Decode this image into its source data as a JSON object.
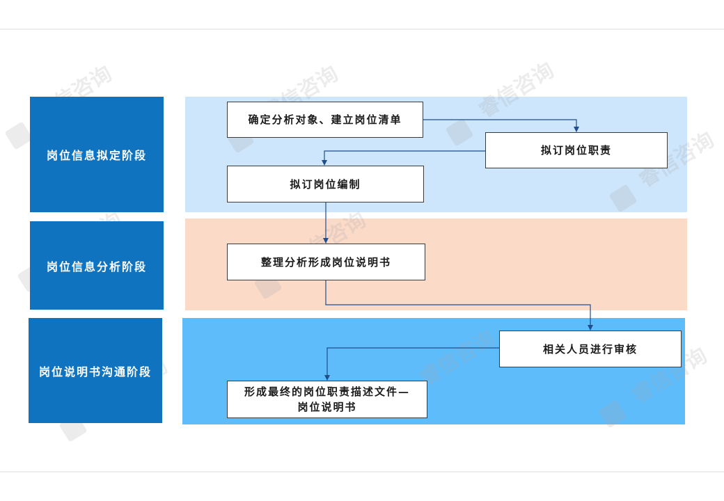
{
  "stages": [
    {
      "label": "岗位信息拟定阶段"
    },
    {
      "label": "岗位信息分析阶段"
    },
    {
      "label": "岗位说明书沟通阶段"
    }
  ],
  "steps": [
    {
      "label": "确定分析对象、建立岗位清单"
    },
    {
      "label": "拟订岗位职责"
    },
    {
      "label": "拟订岗位编制"
    },
    {
      "label": "整理分析形成岗位说明书"
    },
    {
      "label": "相关人员进行审核"
    },
    {
      "label_line1": "形成最终的岗位职责描述文件—",
      "label_line2": "岗位说明书"
    }
  ],
  "watermark": {
    "text": "睿信咨询"
  },
  "colors": {
    "stage_fill": "#0f73c0",
    "band_1": "#cde6fb",
    "band_2": "#fbdac8",
    "band_3": "#5fbcfb",
    "arrow": "#1f4e8c"
  }
}
